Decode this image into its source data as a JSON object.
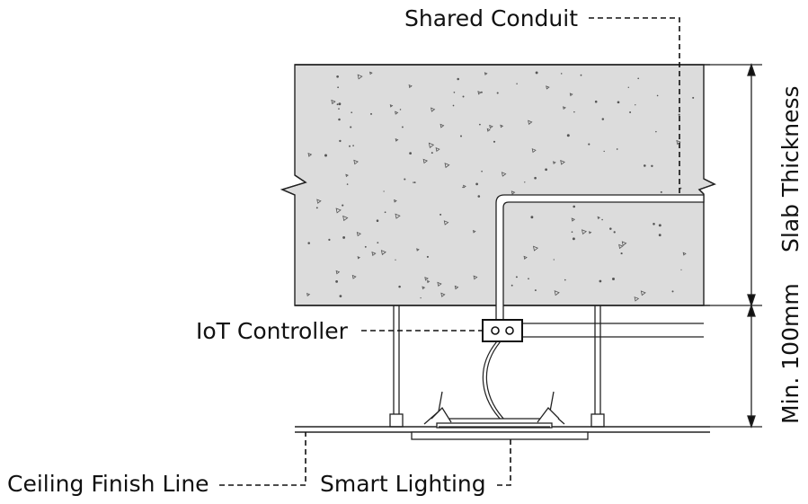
{
  "labels": {
    "shared_conduit": "Shared Conduit",
    "iot_controller": "IoT Controller",
    "ceiling_finish_line": "Ceiling Finish Line",
    "smart_lighting": "Smart Lighting",
    "slab_thickness": "Slab Thickness",
    "min_clearance": "Min. 100mm"
  },
  "colors": {
    "slab_fill": "#dcdcdc",
    "line": "#222222",
    "leader": "#111111"
  }
}
